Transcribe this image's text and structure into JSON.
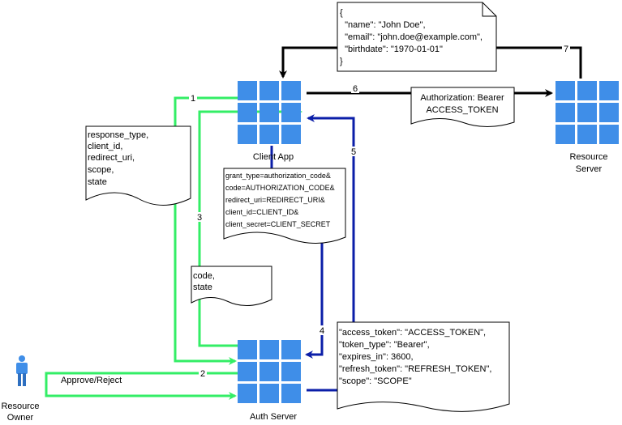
{
  "nodes": {
    "client_app": "Client App",
    "resource_server": [
      "Resource",
      "Server"
    ],
    "auth_server": "Auth Server",
    "resource_owner": [
      "Resource",
      "Owner"
    ]
  },
  "steps": {
    "s1": "1",
    "s2": "2",
    "s3": "3",
    "s4": "4",
    "s5": "5",
    "s6": "6",
    "s7": "7"
  },
  "edge_labels": {
    "approve_reject": "Approve/Reject"
  },
  "notes": {
    "user_info": [
      "{",
      "  \"name\": \"John Doe\",",
      "  \"email\": \"john.doe@example.com\",",
      "  \"birthdate\": \"1970-01-01\"",
      "}"
    ],
    "auth_header": [
      "Authorization: Bearer",
      "ACCESS_TOKEN"
    ],
    "auth_request": [
      "response_type,",
      "client_id,",
      "redirect_uri,",
      "scope,",
      "state"
    ],
    "token_request": [
      "grant_type=authorization_code&",
      "code=AUTHORIZATION_CODE&",
      "redirect_uri=REDIRECT_URI&",
      "client_id=CLIENT_ID&",
      "client_secret=CLIENT_SECRET"
    ],
    "code_response": [
      "code,",
      "state"
    ],
    "token_response": [
      "\"access_token\": \"ACCESS_TOKEN\",",
      "\"token_type\": \"Bearer\",",
      "\"expires_in\": 3600,",
      "\"refresh_token\": \"REFRESH_TOKEN\",",
      "\"scope\": \"SCOPE\""
    ]
  },
  "colors": {
    "green": "#33ee66",
    "blue": "#0b1ea8",
    "black": "#000000",
    "tile": "#3f8ee8"
  }
}
